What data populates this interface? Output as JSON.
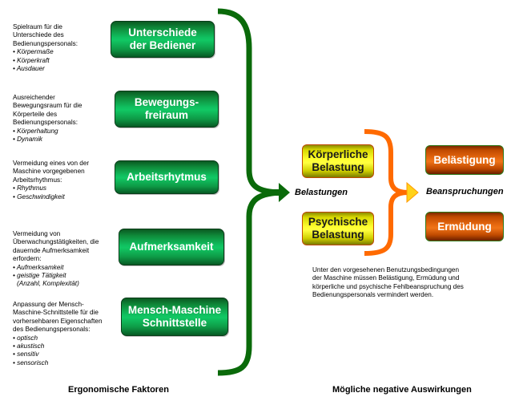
{
  "factors": [
    {
      "label_lines": [
        "Unterschiede",
        "der Bediener"
      ],
      "description": [
        "Spielraum für die",
        "Unterschiede des",
        "Bedienungspersonals:"
      ],
      "bullets": [
        "• Körpermaße",
        "• Körperkraft",
        "• Ausdauer"
      ]
    },
    {
      "label_lines": [
        "Bewegungs-",
        "freiraum"
      ],
      "description": [
        "Ausreichender",
        "Bewegungsraum für die",
        "Körperteile des",
        "Bedienungspersonals:"
      ],
      "bullets": [
        "• Körperhaltung",
        "• Dynamik"
      ]
    },
    {
      "label_lines": [
        "Arbeitsrhytmus"
      ],
      "description": [
        "Vermeidung eines von der",
        "Maschine vorgegebenen",
        "Arbeitsrhythmus:"
      ],
      "bullets": [
        "• Rhythmus",
        "• Geschwindigkeit"
      ]
    },
    {
      "label_lines": [
        "Aufmerksamkeit"
      ],
      "description": [
        "Vermeidung von",
        "Überwachungstätigkeiten, die",
        "dauernde Aufmerksamkeit",
        "erfordern:"
      ],
      "bullets": [
        "• Aufmerksamkeit",
        "• geistige Tätigkeit"
      ],
      "bullet_continuation": "(Anzahl, Komplexität)"
    },
    {
      "label_lines": [
        "Mensch-Maschine",
        "Schnittstelle"
      ],
      "description": [
        "Anpassung der Mensch-",
        "Maschine-Schnittstelle für die",
        "vorhersehbaren Eigenschaften",
        "des Bedienungspersonals:"
      ],
      "bullets": [
        "• optisch",
        "• akustisch",
        "• sensitiv",
        "• sensorisch"
      ]
    }
  ],
  "loads": {
    "label": "Belastungen",
    "items": [
      {
        "lines": [
          "Körperliche",
          "Belastung"
        ]
      },
      {
        "lines": [
          "Psychische",
          "Belastung"
        ]
      }
    ]
  },
  "strains": {
    "label": "Beanspruchungen",
    "items": [
      "Belästigung",
      "Ermüdung"
    ]
  },
  "note": [
    "Unter den vorgesehenen Benutzungsbedingungen",
    "der Maschine müssen Belästigung, Ermüdung und",
    "körperliche und psychische Fehlbeanspruchung des",
    "Bedienungspersonals vermindert werden."
  ],
  "footer": {
    "left": "Ergonomische Faktoren",
    "right": "Mögliche negative Auswirkungen"
  },
  "colors": {
    "factor_green": "#10c060",
    "brace_green": "#0a6a0a",
    "load_yellow": "#ffff30",
    "brace_orange": "#ff6a00",
    "strain_orange": "#e86a10"
  }
}
